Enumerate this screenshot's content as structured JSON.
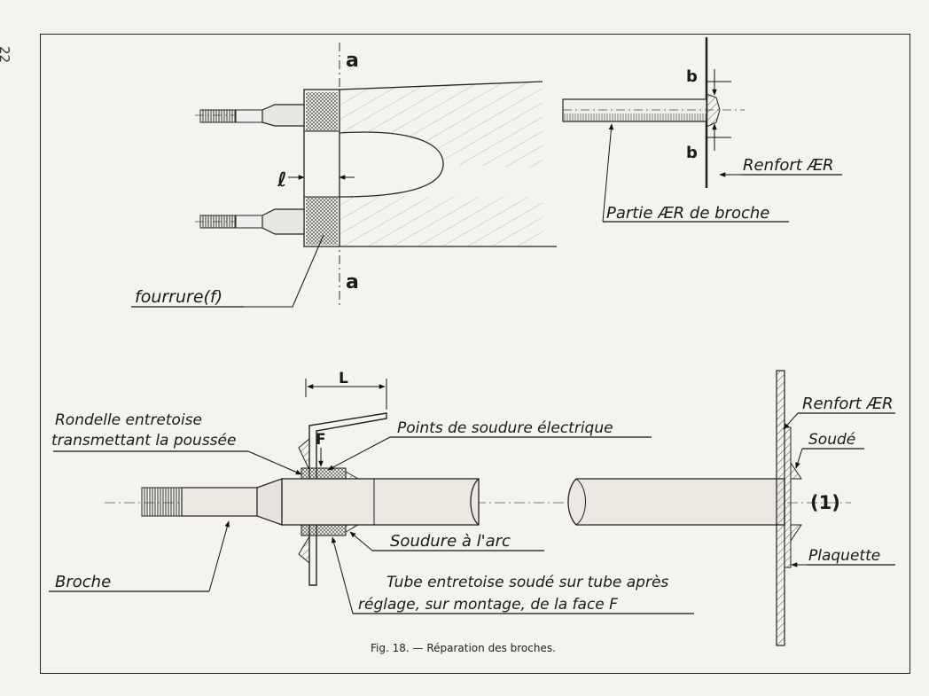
{
  "page_number": "22",
  "caption": "Fig. 18. — Réparation des broches.",
  "labels": {
    "a_top": "a",
    "a_bottom": "a",
    "b_top": "b",
    "b_bottom": "b",
    "l_dim": "ℓ",
    "renfort_top": "Renfort ÆR",
    "partie_broche": "Partie ÆR de broche",
    "fourrure": "fourrure(f)",
    "L_dim": "L",
    "rondelle_line1": "Rondelle  entretoise",
    "rondelle_line2": "transmettant la poussée",
    "points_soudure": "Points de soudure électrique",
    "F": "F",
    "renfort_bottom": "Renfort ÆR",
    "soude": "Soudé",
    "one": "(1)",
    "soudure_arc": "Soudure à l'arc",
    "plaquette": "Plaquette",
    "broche": "Broche",
    "tube_line1": "Tube entretoise soudé sur tube après",
    "tube_line2": "réglage, sur montage, de la face F"
  }
}
